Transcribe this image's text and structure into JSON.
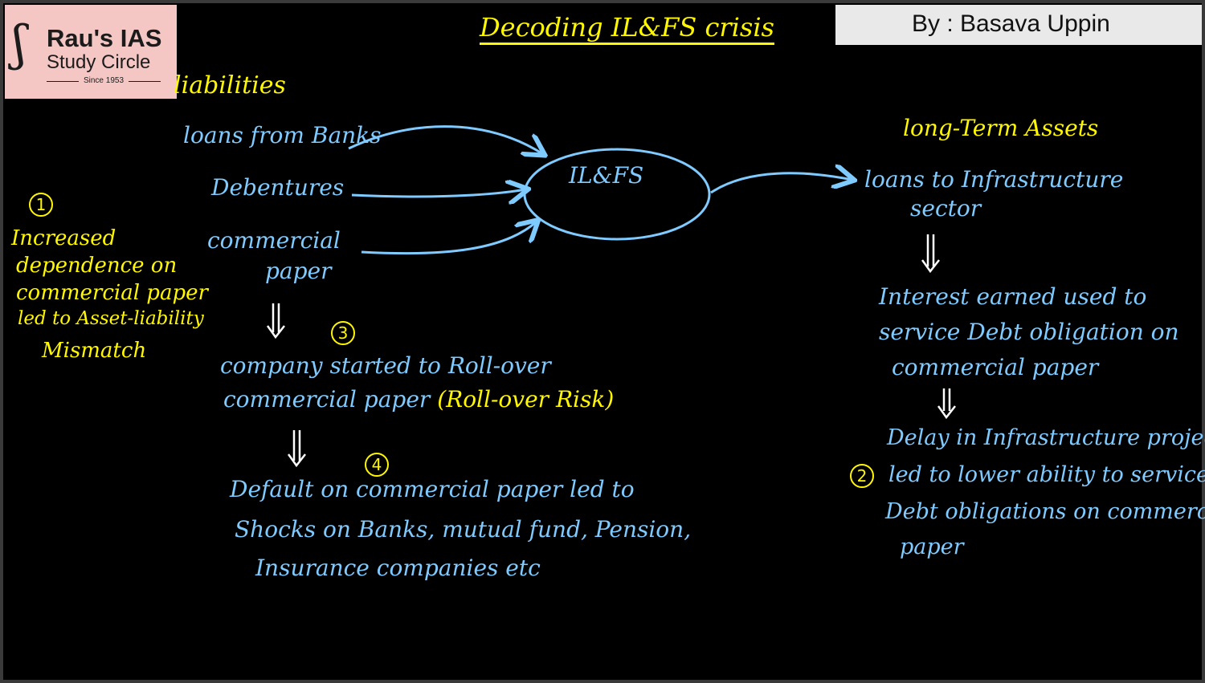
{
  "logo": {
    "mark": "ʃ",
    "line1": "Rau's IAS",
    "line2": "Study Circle",
    "since": "Since 1953"
  },
  "author": "By : Basava Uppin",
  "title": "Decoding IL&FS crisis",
  "liabilities": {
    "heading": "liabilities",
    "items": [
      "loans from Banks",
      "Debentures",
      "commercial",
      "paper"
    ]
  },
  "center_node": "IL&FS",
  "assets": {
    "heading": "long-Term Assets",
    "item_line1": "loans to Infrastructure",
    "item_line2": "sector"
  },
  "point1": {
    "number": "1",
    "lines": [
      "Increased",
      "dependence on",
      "commercial paper",
      "led to Asset-liability",
      "Mismatch"
    ]
  },
  "point2": {
    "number": "2",
    "lines": [
      "Delay in Infrastructure project",
      "led to lower ability to service",
      "Debt obligations on commercial",
      "paper"
    ]
  },
  "point3": {
    "number": "3",
    "line1": "company started to Roll-over",
    "line2_blue": "commercial paper",
    "line2_yellow": "(Roll-over Risk)"
  },
  "point4": {
    "number": "4",
    "lines": [
      "Default on commercial paper led to",
      "Shocks on Banks, mutual fund, Pension,",
      "Insurance companies etc"
    ]
  },
  "interest": {
    "lines": [
      "Interest earned used to",
      "service Debt obligation on",
      "commercial paper"
    ]
  },
  "colors": {
    "yellow": "#fff700",
    "blue": "#7fcaff",
    "background": "#000000"
  }
}
